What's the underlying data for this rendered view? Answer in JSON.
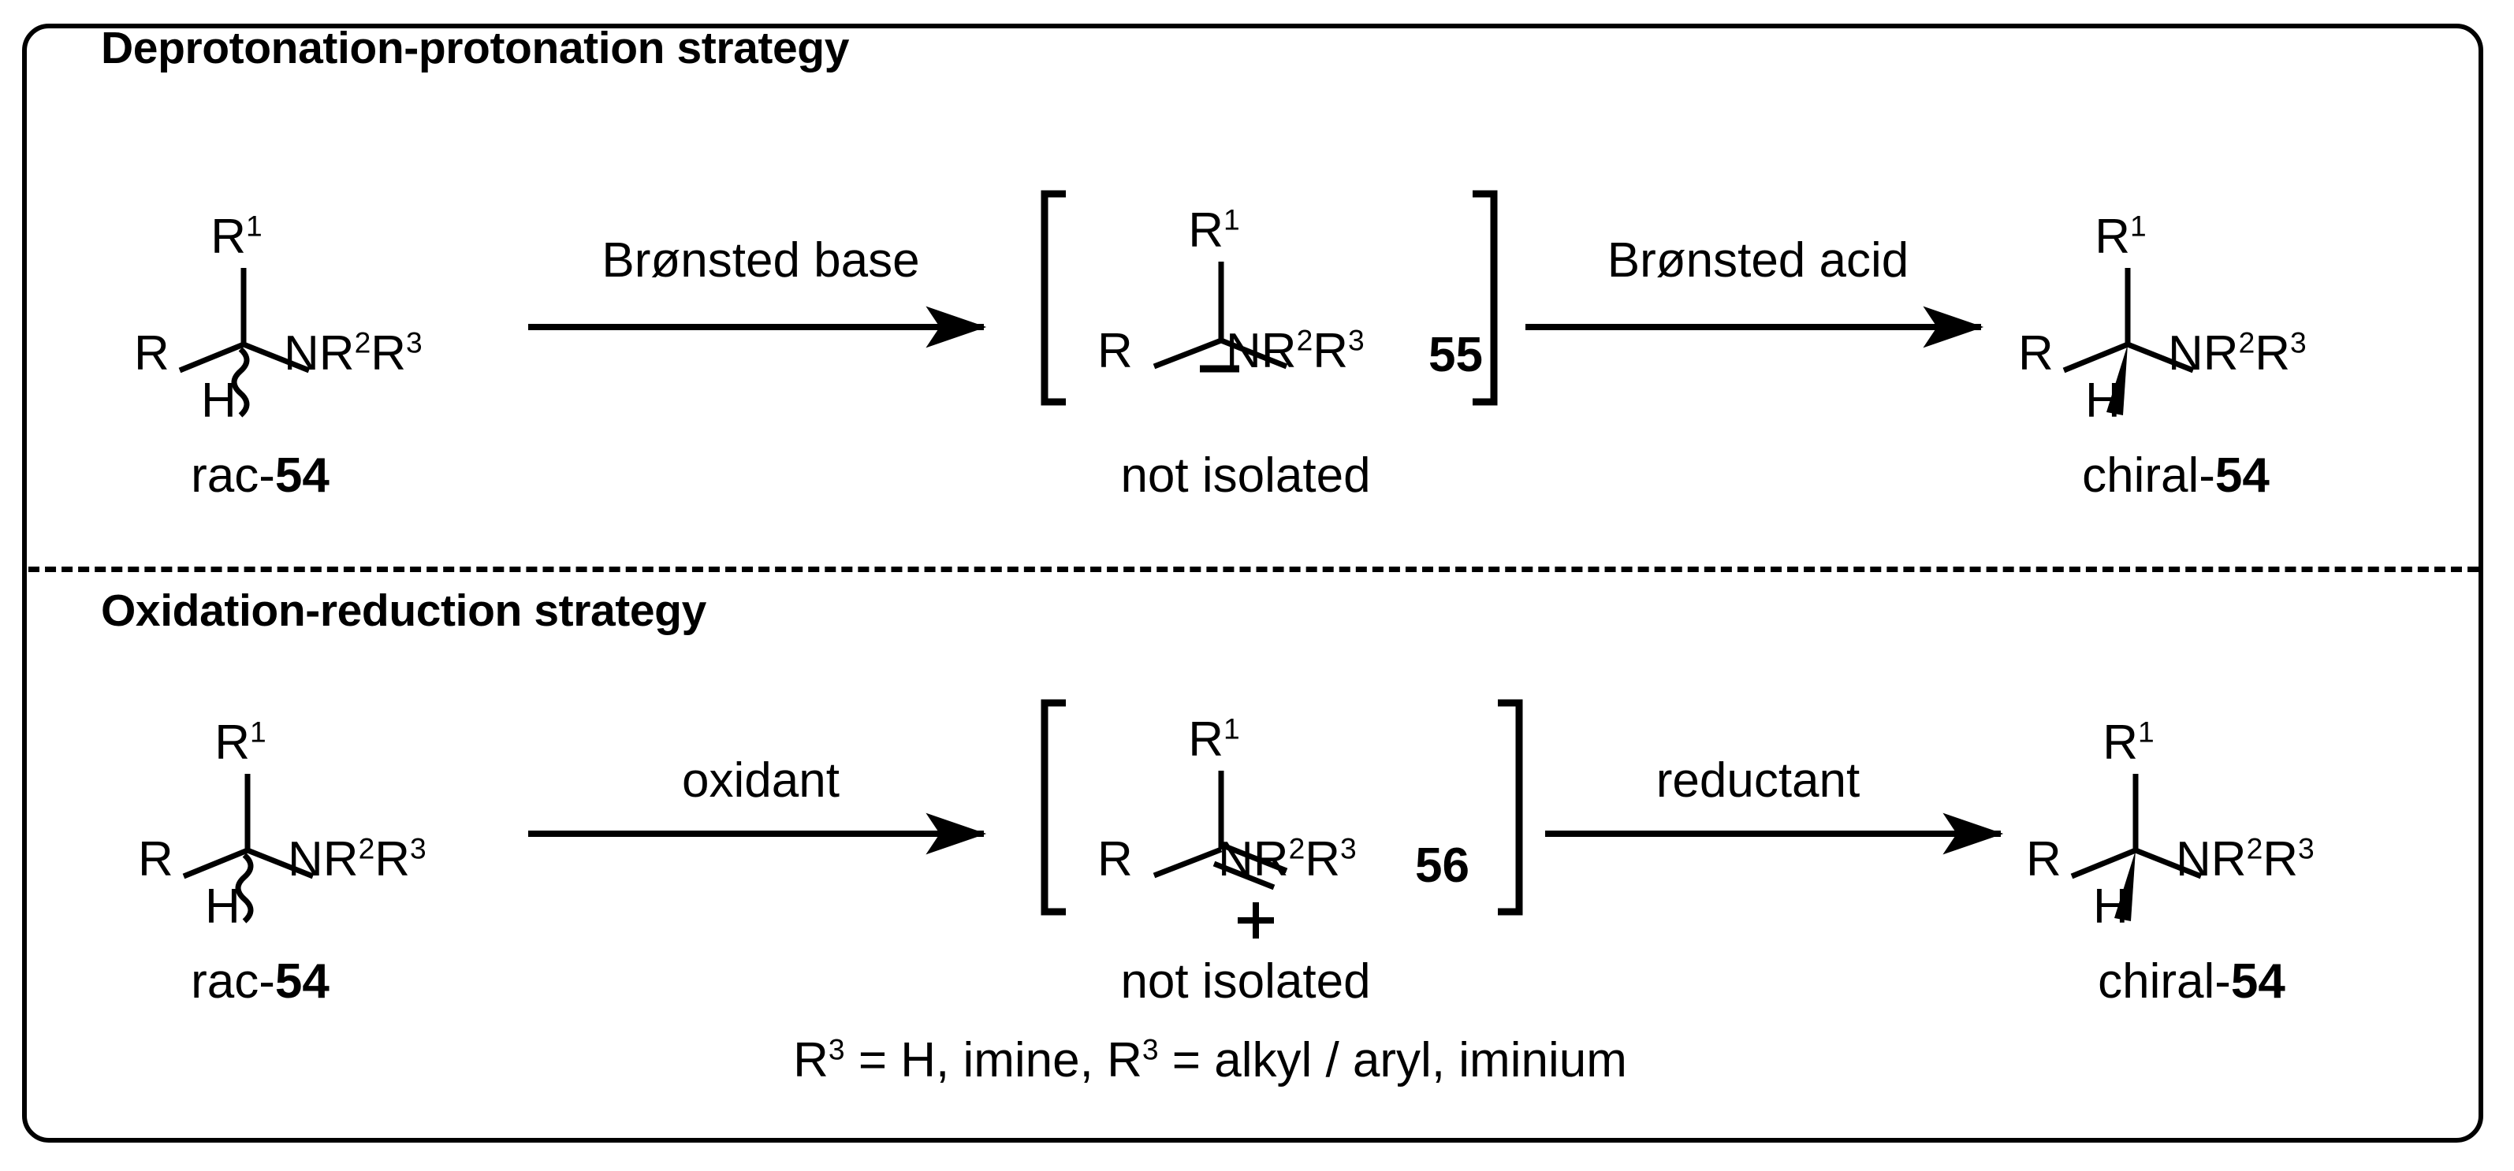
{
  "figure": {
    "border_color": "#000000",
    "background": "#ffffff",
    "divider_style": "dashed"
  },
  "sections": [
    {
      "id": "deprotonation-protonation",
      "title": "Deprotonation-protonation strategy",
      "reagent_left": "Brønsted base",
      "reagent_right": "Brønsted acid",
      "reactant": {
        "label_prefix": "rac-",
        "label_number": "54",
        "substituents": {
          "top": "R",
          "top_sup": "1",
          "left": "R",
          "right": "NR",
          "right_sup1": "2",
          "right_mid": "R",
          "right_sup2": "3",
          "bottom": "H"
        },
        "stereo_bond": "wavy"
      },
      "intermediate": {
        "caption": "not isolated",
        "number": "55",
        "charge": "−",
        "bracketed": true,
        "substituents": {
          "top": "R",
          "top_sup": "1",
          "left": "R",
          "right": "NR",
          "right_sup1": "2",
          "right_mid": "R",
          "right_sup2": "3"
        }
      },
      "product": {
        "label_prefix": "chiral-",
        "label_number": "54",
        "substituents": {
          "top": "R",
          "top_sup": "1",
          "left": "R",
          "right": "NR",
          "right_sup1": "2",
          "right_mid": "R",
          "right_sup2": "3",
          "bottom": "H"
        },
        "stereo_bond": "wedge"
      }
    },
    {
      "id": "oxidation-reduction",
      "title": "Oxidation-reduction strategy",
      "reagent_left": "oxidant",
      "reagent_right": "reductant",
      "reactant": {
        "label_prefix": "rac-",
        "label_number": "54",
        "substituents": {
          "top": "R",
          "top_sup": "1",
          "left": "R",
          "right": "NR",
          "right_sup1": "2",
          "right_mid": "R",
          "right_sup2": "3",
          "bottom": "H"
        },
        "stereo_bond": "wavy"
      },
      "intermediate": {
        "caption": "not isolated",
        "number": "56",
        "charge": "+",
        "bracketed": true,
        "double_bond": true,
        "substituents": {
          "top": "R",
          "top_sup": "1",
          "left": "R",
          "right": "NR",
          "right_sup1": "2",
          "right_mid": "R",
          "right_sup2": "3"
        }
      },
      "product": {
        "label_prefix": "chiral-",
        "label_number": "54",
        "substituents": {
          "top": "R",
          "top_sup": "1",
          "left": "R",
          "right": "NR",
          "right_sup1": "2",
          "right_mid": "R",
          "right_sup2": "3",
          "bottom": "H"
        },
        "stereo_bond": "wedge"
      },
      "footnote": {
        "part1": "R",
        "part1_sup": "3",
        "part2": " = H, imine, R",
        "part2_sup": "3",
        "part3": " = alkyl / aryl, iminium"
      }
    }
  ]
}
